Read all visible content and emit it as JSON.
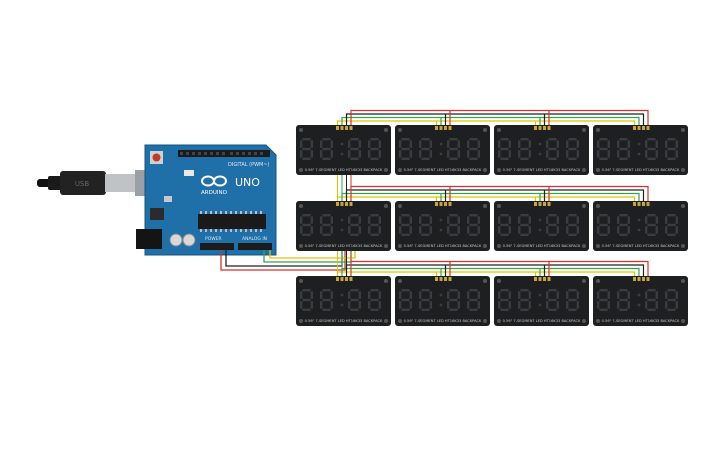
{
  "canvas": {
    "background": "#ffffff"
  },
  "colors": {
    "wire_yellow": "#e3c400",
    "wire_green": "#2fa84f",
    "wire_red": "#d8332a",
    "wire_black": "#222222",
    "board_blue": "#1f6fa8",
    "display_body": "#1d1f21",
    "segment_off": "#3a3d40"
  },
  "arduino": {
    "label_digital": "DIGITAL (PWM~)",
    "brand": "ARDUINO",
    "model": "UNO",
    "label_power": "POWER",
    "label_analog": "ANALOG IN"
  },
  "usb": {
    "plug_label": "USB"
  },
  "display_module": {
    "label": "0.56\" 7-SEGMENT LED HT16K33 BACKPACK",
    "digits_per_module": 4
  },
  "grid": {
    "rows": 3,
    "columns": 4
  },
  "icons": [
    "usb-plug-icon",
    "reset-button-icon",
    "infinity-logo-icon"
  ]
}
